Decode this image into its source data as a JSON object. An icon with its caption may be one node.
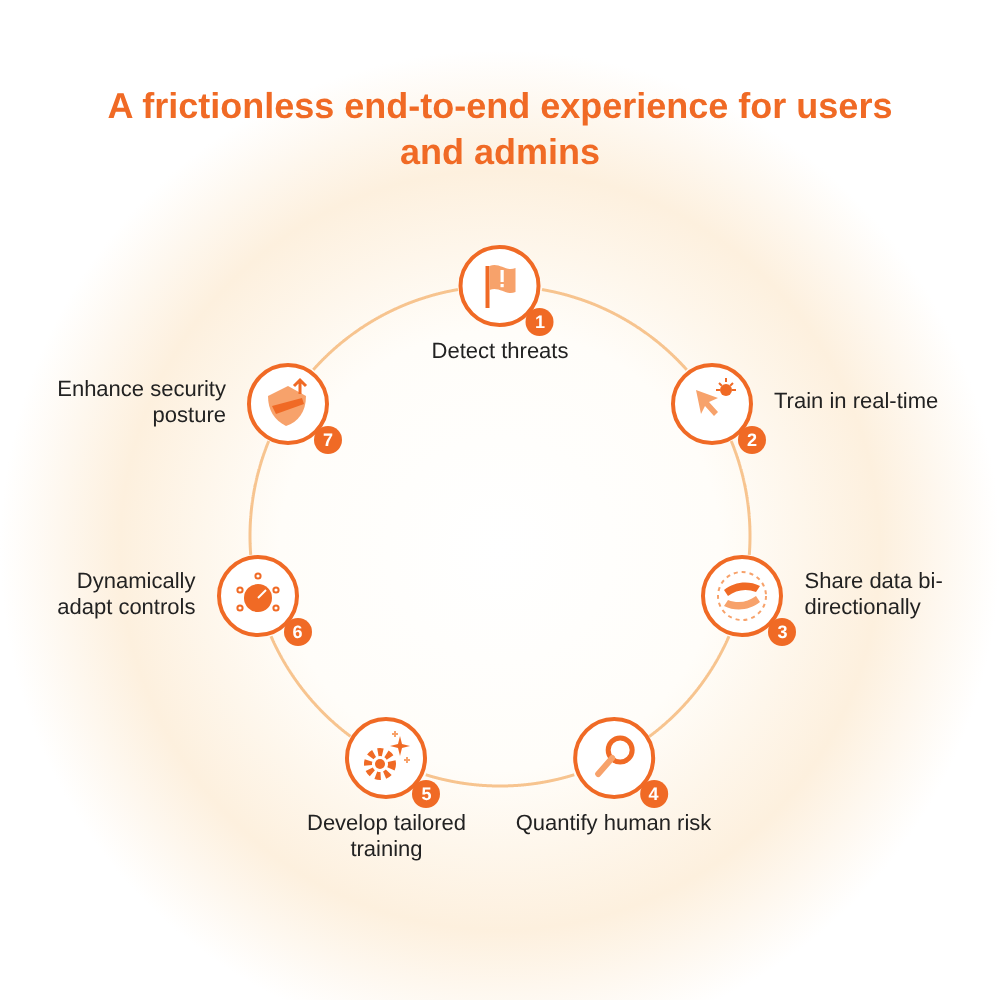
{
  "diagram": {
    "title": "A frictionless end-to-end experience for users and admins",
    "nodes": [
      {
        "text": [
          "1",
          "Detect threats"
        ]
      },
      {
        "text": [
          "2",
          "Train in real-time"
        ]
      },
      {
        "text": [
          "3",
          "Share data bi-directionally"
        ]
      },
      {
        "text": [
          "4",
          "Quantify human risk"
        ]
      },
      {
        "text": [
          "5",
          "Develop tailored training"
        ]
      },
      {
        "text": [
          "6",
          "Dynamically adapt controls"
        ]
      },
      {
        "text": [
          "7",
          "Enhance security posture"
        ]
      }
    ],
    "edges": [
      {
        "from": 0,
        "to": 1,
        "arrow": "none"
      },
      {
        "from": 1,
        "to": 2,
        "arrow": "none"
      },
      {
        "from": 2,
        "to": 3,
        "arrow": "none"
      },
      {
        "from": 3,
        "to": 4,
        "arrow": "none"
      },
      {
        "from": 4,
        "to": 5,
        "arrow": "none"
      },
      {
        "from": 5,
        "to": 6,
        "arrow": "none"
      },
      {
        "from": 6,
        "to": 0,
        "arrow": "none"
      }
    ]
  }
}
